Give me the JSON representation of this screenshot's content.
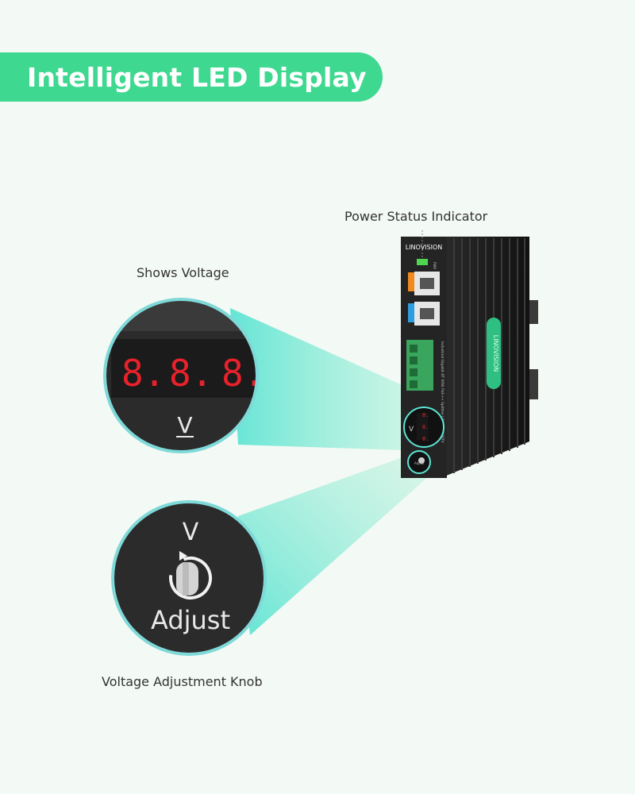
{
  "banner": {
    "title": "Intelligent LED Display",
    "color": "#3fd890"
  },
  "captions": {
    "power_status": "Power Status Indicator",
    "shows_voltage": "Shows Voltage",
    "knob": "Voltage Adjustment Knob"
  },
  "display_zoom": {
    "digits": [
      "8.",
      "8.",
      "8."
    ],
    "unit": "V"
  },
  "knob_zoom": {
    "top_label": "V",
    "bottom_label": "Adjust"
  },
  "device": {
    "brand": "LINOVISION",
    "pwr_label": "PWR",
    "model_text": "Industrial Gigabit BT 90W PoE++ Splitter | POE-SP02BTV",
    "knob_label": "Adjust",
    "knob_v": "V"
  },
  "colors": {
    "led_red": "#e8212a",
    "accent_teal": "#6fe8d0",
    "device_body": "#1c1c1c"
  }
}
